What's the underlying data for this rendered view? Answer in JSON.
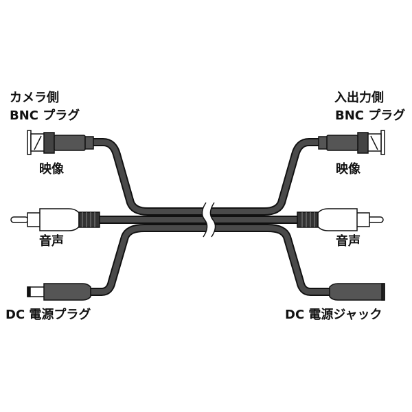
{
  "left": {
    "side_label": "カメラ側",
    "bnc_label": "BNC プラグ",
    "video_label": "映像",
    "audio_label": "音声",
    "dc_label": "DC 電源プラグ"
  },
  "right": {
    "side_label": "入出力側",
    "bnc_label": "BNC プラグ",
    "video_label": "映像",
    "audio_label": "音声",
    "dc_label": "DC 電源ジャック"
  },
  "colors": {
    "cable": "#4a4a4a",
    "outline": "#111111",
    "plug": "#5a5a5a"
  }
}
